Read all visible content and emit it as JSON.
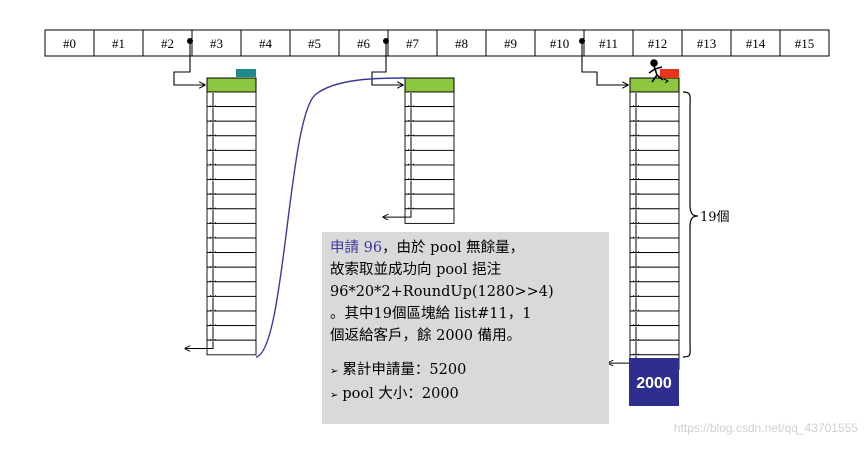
{
  "free_list": {
    "cells": [
      "#0",
      "#1",
      "#2",
      "#3",
      "#4",
      "#5",
      "#6",
      "#7",
      "#8",
      "#9",
      "#10",
      "#11",
      "#12",
      "#13",
      "#14",
      "#15"
    ]
  },
  "chunk_lists": [
    {
      "list_index": 3,
      "blocks": 18
    },
    {
      "list_index": 7,
      "blocks": 9
    },
    {
      "list_index": 11,
      "blocks": 19
    }
  ],
  "count_label": "19個",
  "reserve_label": "2000",
  "note": {
    "line1_hl": "申請 96",
    "line1_rest": "，由於 pool 無餘量，",
    "line2": "故索取並成功向 pool 挹注",
    "line3": "96*20*2+RoundUp(1280>>4)",
    "line4": "。其中19個區塊給 list#11，1",
    "line5": "個返給客戶，餘 2000 備用。",
    "bullet1": "累計申請量：5200",
    "bullet2": "pool 大小：2000",
    "bullet_mark": "➢"
  },
  "watermark": "https://blog.csdn.net/qq_43701555",
  "colors": {
    "header_green": "#8dc63f",
    "tag_teal": "#1f8a8a",
    "tag_red": "#e8341c",
    "reserve_block": "#2e2e8f",
    "connector_curve": "#3a3a9a"
  }
}
